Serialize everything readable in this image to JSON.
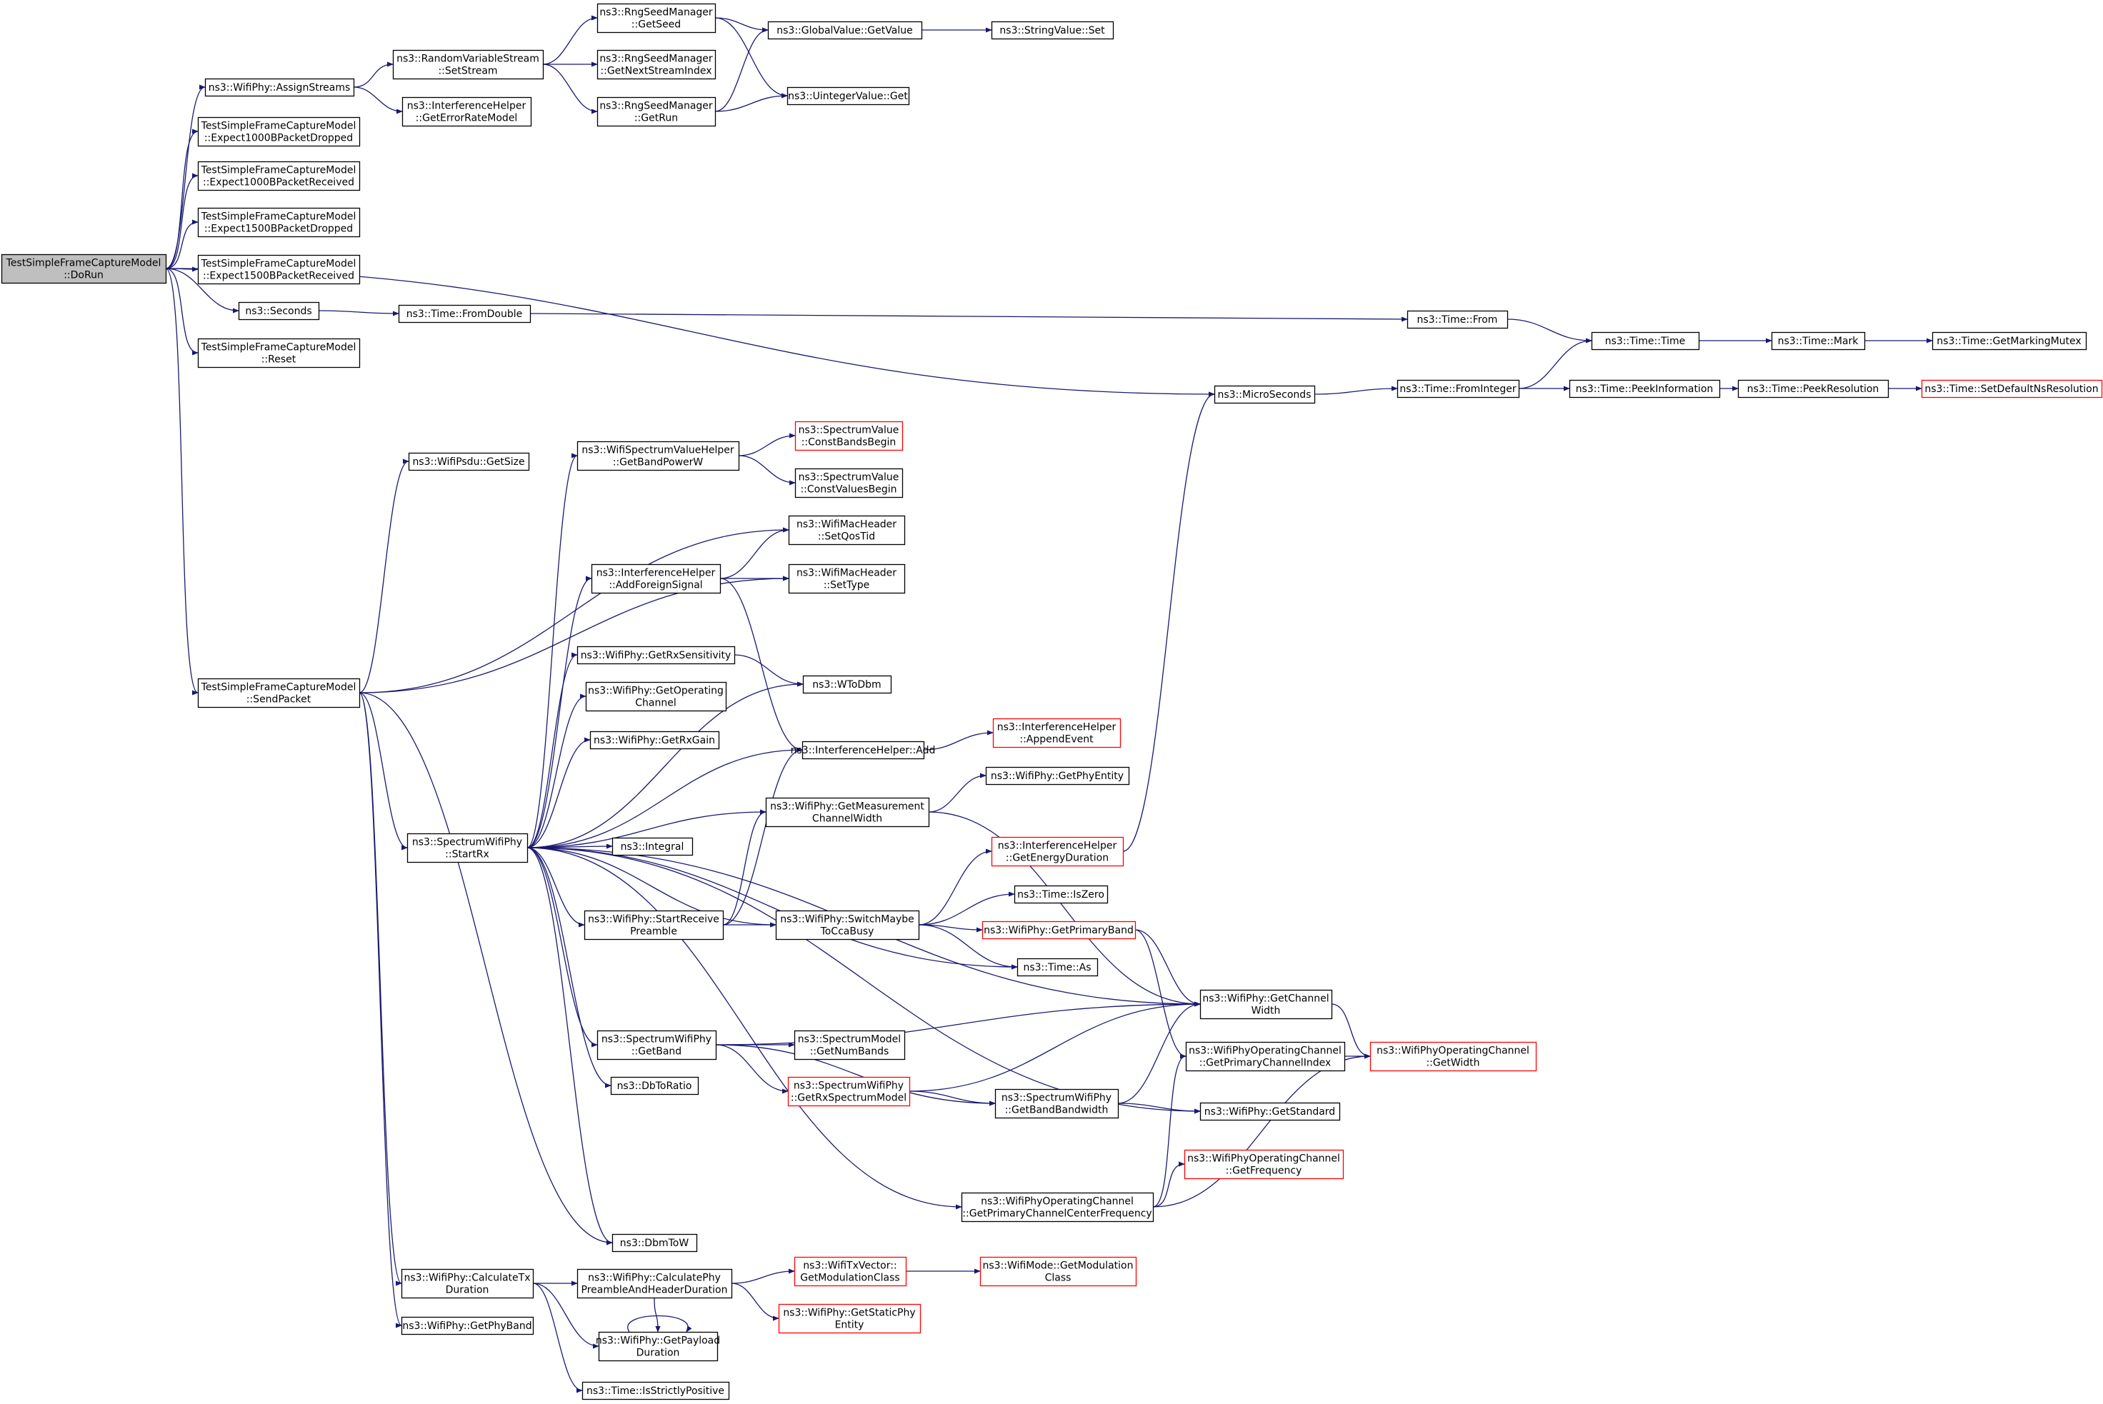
{
  "colors": {
    "node_border_black": "#000000",
    "node_border_red": "#ff0000",
    "node_fill": "#ffffff",
    "root_fill": "#bfbfbf",
    "edge": "#191970"
  },
  "nodes": [
    {
      "id": "dorun",
      "lines": [
        "TestSimpleFrameCaptureModel",
        "::DoRun"
      ],
      "root": true
    },
    {
      "id": "assign",
      "lines": [
        "ns3::WifiPhy::AssignStreams"
      ]
    },
    {
      "id": "exp1000d",
      "lines": [
        "TestSimpleFrameCaptureModel",
        "::Expect1000BPacketDropped"
      ]
    },
    {
      "id": "exp1000r",
      "lines": [
        "TestSimpleFrameCaptureModel",
        "::Expect1000BPacketReceived"
      ]
    },
    {
      "id": "exp1500d",
      "lines": [
        "TestSimpleFrameCaptureModel",
        "::Expect1500BPacketDropped"
      ]
    },
    {
      "id": "exp1500r",
      "lines": [
        "TestSimpleFrameCaptureModel",
        "::Expect1500BPacketReceived"
      ]
    },
    {
      "id": "seconds",
      "lines": [
        "ns3::Seconds"
      ]
    },
    {
      "id": "reset",
      "lines": [
        "TestSimpleFrameCaptureModel",
        "::Reset"
      ]
    },
    {
      "id": "sendpacket",
      "lines": [
        "TestSimpleFrameCaptureModel",
        "::SendPacket"
      ]
    },
    {
      "id": "rvsetstream",
      "lines": [
        "ns3::RandomVariableStream",
        "::SetStream"
      ]
    },
    {
      "id": "ihgeterr",
      "lines": [
        "ns3::InterferenceHelper",
        "::GetErrorRateModel"
      ]
    },
    {
      "id": "getseed",
      "lines": [
        "ns3::RngSeedManager",
        "::GetSeed"
      ]
    },
    {
      "id": "getnext",
      "lines": [
        "ns3::RngSeedManager",
        "::GetNextStreamIndex"
      ]
    },
    {
      "id": "getrun",
      "lines": [
        "ns3::RngSeedManager",
        "::GetRun"
      ]
    },
    {
      "id": "gvget",
      "lines": [
        "ns3::GlobalValue::GetValue"
      ]
    },
    {
      "id": "uintget",
      "lines": [
        "ns3::UintegerValue::Get"
      ]
    },
    {
      "id": "strset",
      "lines": [
        "ns3::StringValue::Set"
      ]
    },
    {
      "id": "fromdouble",
      "lines": [
        "ns3::Time::FromDouble"
      ]
    },
    {
      "id": "timefrom",
      "lines": [
        "ns3::Time::From"
      ]
    },
    {
      "id": "timetime",
      "lines": [
        "ns3::Time::Time"
      ]
    },
    {
      "id": "timemark",
      "lines": [
        "ns3::Time::Mark"
      ]
    },
    {
      "id": "getmarking",
      "lines": [
        "ns3::Time::GetMarkingMutex"
      ]
    },
    {
      "id": "micro",
      "lines": [
        "ns3::MicroSeconds"
      ]
    },
    {
      "id": "frominteger",
      "lines": [
        "ns3::Time::FromInteger"
      ]
    },
    {
      "id": "peekinfo",
      "lines": [
        "ns3::Time::PeekInformation"
      ]
    },
    {
      "id": "peekres",
      "lines": [
        "ns3::Time::PeekResolution"
      ]
    },
    {
      "id": "setdefns",
      "lines": [
        "ns3::Time::SetDefaultNsResolution"
      ],
      "red": true
    },
    {
      "id": "psdusize",
      "lines": [
        "ns3::WifiPsdu::GetSize"
      ]
    },
    {
      "id": "getbandpower",
      "lines": [
        "ns3::WifiSpectrumValueHelper",
        "::GetBandPowerW"
      ]
    },
    {
      "id": "constbands",
      "lines": [
        "ns3::SpectrumValue",
        "::ConstBandsBegin"
      ],
      "red": true
    },
    {
      "id": "constvalues",
      "lines": [
        "ns3::SpectrumValue",
        "::ConstValuesBegin"
      ]
    },
    {
      "id": "setqostid",
      "lines": [
        "ns3::WifiMacHeader",
        "::SetQosTid"
      ]
    },
    {
      "id": "addforeign",
      "lines": [
        "ns3::InterferenceHelper",
        "::AddForeignSignal"
      ]
    },
    {
      "id": "settype",
      "lines": [
        "ns3::WifiMacHeader",
        "::SetType"
      ]
    },
    {
      "id": "getrxsens",
      "lines": [
        "ns3::WifiPhy::GetRxSensitivity"
      ]
    },
    {
      "id": "wtodbm",
      "lines": [
        "ns3::WToDbm"
      ]
    },
    {
      "id": "getopch",
      "lines": [
        "ns3::WifiPhy::GetOperating",
        "Channel"
      ]
    },
    {
      "id": "appendevent",
      "lines": [
        "ns3::InterferenceHelper",
        "::AppendEvent"
      ],
      "red": true
    },
    {
      "id": "getrxgain",
      "lines": [
        "ns3::WifiPhy::GetRxGain"
      ]
    },
    {
      "id": "ihadd",
      "lines": [
        "ns3::InterferenceHelper::Add"
      ]
    },
    {
      "id": "getphyentity",
      "lines": [
        "ns3::WifiPhy::GetPhyEntity"
      ]
    },
    {
      "id": "getmeas",
      "lines": [
        "ns3::WifiPhy::GetMeasurement",
        "ChannelWidth"
      ]
    },
    {
      "id": "startrx",
      "lines": [
        "ns3::SpectrumWifiPhy",
        "::StartRx"
      ]
    },
    {
      "id": "integral",
      "lines": [
        "ns3::Integral"
      ]
    },
    {
      "id": "getenergy",
      "lines": [
        "ns3::InterferenceHelper",
        "::GetEnergyDuration"
      ],
      "red": true
    },
    {
      "id": "iszero",
      "lines": [
        "ns3::Time::IsZero"
      ]
    },
    {
      "id": "startrecv",
      "lines": [
        "ns3::WifiPhy::StartReceive",
        "Preamble"
      ]
    },
    {
      "id": "switchmaybe",
      "lines": [
        "ns3::WifiPhy::SwitchMaybe",
        "ToCcaBusy"
      ]
    },
    {
      "id": "getprimaryband",
      "lines": [
        "ns3::WifiPhy::GetPrimaryBand"
      ],
      "red": true
    },
    {
      "id": "timeas",
      "lines": [
        "ns3::Time::As"
      ]
    },
    {
      "id": "getchwidth",
      "lines": [
        "ns3::WifiPhy::GetChannel",
        "Width"
      ]
    },
    {
      "id": "swgetband",
      "lines": [
        "ns3::SpectrumWifiPhy",
        "::GetBand"
      ]
    },
    {
      "id": "smgetnum",
      "lines": [
        "ns3::SpectrumModel",
        "::GetNumBands"
      ]
    },
    {
      "id": "getprimidx",
      "lines": [
        "ns3::WifiPhyOperatingChannel",
        "::GetPrimaryChannelIndex"
      ]
    },
    {
      "id": "opchgetwidth",
      "lines": [
        "ns3::WifiPhyOperatingChannel",
        "::GetWidth"
      ],
      "red": true
    },
    {
      "id": "dbtoratio",
      "lines": [
        "ns3::DbToRatio"
      ]
    },
    {
      "id": "getrxspec",
      "lines": [
        "ns3::SpectrumWifiPhy",
        "::GetRxSpectrumModel"
      ],
      "red": true
    },
    {
      "id": "getbandbw",
      "lines": [
        "ns3::SpectrumWifiPhy",
        "::GetBandBandwidth"
      ]
    },
    {
      "id": "getstandard",
      "lines": [
        "ns3::WifiPhy::GetStandard"
      ]
    },
    {
      "id": "getfreq",
      "lines": [
        "ns3::WifiPhyOperatingChannel",
        "::GetFrequency"
      ],
      "red": true
    },
    {
      "id": "getprimcenter",
      "lines": [
        "ns3::WifiPhyOperatingChannel",
        "::GetPrimaryChannelCenterFrequency"
      ]
    },
    {
      "id": "dbmtow",
      "lines": [
        "ns3::DbmToW"
      ]
    },
    {
      "id": "calctx",
      "lines": [
        "ns3::WifiPhy::CalculateTx",
        "Duration"
      ]
    },
    {
      "id": "calcphy",
      "lines": [
        "ns3::WifiPhy::CalculatePhy",
        "PreambleAndHeaderDuration"
      ]
    },
    {
      "id": "txvecmod",
      "lines": [
        "ns3::WifiTxVector::",
        "GetModulationClass"
      ],
      "red": true
    },
    {
      "id": "modegetmod",
      "lines": [
        "ns3::WifiMode::GetModulation",
        "Class"
      ],
      "red": true
    },
    {
      "id": "getstaticphy",
      "lines": [
        "ns3::WifiPhy::GetStaticPhy",
        "Entity"
      ],
      "red": true
    },
    {
      "id": "getphyband",
      "lines": [
        "ns3::WifiPhy::GetPhyBand"
      ]
    },
    {
      "id": "getpayload",
      "lines": [
        "ns3::WifiPhy::GetPayload",
        "Duration"
      ]
    },
    {
      "id": "strictlypos",
      "lines": [
        "ns3::Time::IsStrictlyPositive"
      ]
    }
  ],
  "edges": [
    [
      "dorun",
      "assign"
    ],
    [
      "dorun",
      "exp1000d"
    ],
    [
      "dorun",
      "exp1000r"
    ],
    [
      "dorun",
      "exp1500d"
    ],
    [
      "dorun",
      "exp1500r"
    ],
    [
      "dorun",
      "seconds"
    ],
    [
      "dorun",
      "reset"
    ],
    [
      "dorun",
      "micro"
    ],
    [
      "dorun",
      "sendpacket"
    ],
    [
      "assign",
      "rvsetstream"
    ],
    [
      "assign",
      "ihgeterr"
    ],
    [
      "rvsetstream",
      "getseed"
    ],
    [
      "rvsetstream",
      "getnext"
    ],
    [
      "rvsetstream",
      "getrun"
    ],
    [
      "getseed",
      "gvget"
    ],
    [
      "getseed",
      "uintget"
    ],
    [
      "getrun",
      "gvget"
    ],
    [
      "getrun",
      "uintget"
    ],
    [
      "gvget",
      "strset"
    ],
    [
      "seconds",
      "fromdouble"
    ],
    [
      "fromdouble",
      "timefrom"
    ],
    [
      "timefrom",
      "timetime"
    ],
    [
      "timetime",
      "timemark"
    ],
    [
      "timemark",
      "getmarking"
    ],
    [
      "micro",
      "frominteger"
    ],
    [
      "frominteger",
      "timetime"
    ],
    [
      "frominteger",
      "peekinfo"
    ],
    [
      "peekinfo",
      "peekres"
    ],
    [
      "peekres",
      "setdefns"
    ],
    [
      "sendpacket",
      "psdusize"
    ],
    [
      "sendpacket",
      "setqostid"
    ],
    [
      "sendpacket",
      "settype"
    ],
    [
      "sendpacket",
      "startrx"
    ],
    [
      "sendpacket",
      "dbmtow"
    ],
    [
      "sendpacket",
      "calctx"
    ],
    [
      "sendpacket",
      "getphyband"
    ],
    [
      "getbandpower",
      "constbands"
    ],
    [
      "getbandpower",
      "constvalues"
    ],
    [
      "addforeign",
      "setqostid"
    ],
    [
      "addforeign",
      "settype"
    ],
    [
      "addforeign",
      "ihadd"
    ],
    [
      "getrxsens",
      "wtodbm"
    ],
    [
      "ihadd",
      "appendevent"
    ],
    [
      "getmeas",
      "getphyentity"
    ],
    [
      "getmeas",
      "getchwidth"
    ],
    [
      "startrx",
      "getbandpower"
    ],
    [
      "startrx",
      "addforeign"
    ],
    [
      "startrx",
      "getchwidth"
    ],
    [
      "startrx",
      "getrxsens"
    ],
    [
      "startrx",
      "getopch"
    ],
    [
      "startrx",
      "getrxgain"
    ],
    [
      "startrx",
      "wtodbm"
    ],
    [
      "startrx",
      "ihadd"
    ],
    [
      "startrx",
      "getmeas"
    ],
    [
      "startrx",
      "integral"
    ],
    [
      "startrx",
      "startrecv"
    ],
    [
      "startrx",
      "switchmaybe"
    ],
    [
      "startrx",
      "timeas"
    ],
    [
      "startrx",
      "swgetband"
    ],
    [
      "startrx",
      "dbtoratio"
    ],
    [
      "startrx",
      "getstandard"
    ],
    [
      "startrx",
      "getprimcenter"
    ],
    [
      "startrx",
      "dbmtow"
    ],
    [
      "getenergy",
      "micro"
    ],
    [
      "startrecv",
      "ihadd"
    ],
    [
      "startrecv",
      "getmeas"
    ],
    [
      "startrecv",
      "switchmaybe"
    ],
    [
      "switchmaybe",
      "getenergy"
    ],
    [
      "switchmaybe",
      "iszero"
    ],
    [
      "switchmaybe",
      "getprimaryband"
    ],
    [
      "switchmaybe",
      "timeas"
    ],
    [
      "getprimaryband",
      "getchwidth"
    ],
    [
      "getprimaryband",
      "getprimidx"
    ],
    [
      "getchwidth",
      "opchgetwidth"
    ],
    [
      "getprimidx",
      "opchgetwidth"
    ],
    [
      "swgetband",
      "getchwidth"
    ],
    [
      "swgetband",
      "smgetnum"
    ],
    [
      "swgetband",
      "getrxspec"
    ],
    [
      "swgetband",
      "getbandbw"
    ],
    [
      "getrxspec",
      "getchwidth"
    ],
    [
      "getrxspec",
      "getbandbw"
    ],
    [
      "getbandbw",
      "getchwidth"
    ],
    [
      "getbandbw",
      "getstandard"
    ],
    [
      "getprimcenter",
      "getfreq"
    ],
    [
      "getprimcenter",
      "getprimidx"
    ],
    [
      "getprimcenter",
      "opchgetwidth"
    ],
    [
      "calctx",
      "calcphy"
    ],
    [
      "calctx",
      "getpayload"
    ],
    [
      "calctx",
      "strictlypos"
    ],
    [
      "calcphy",
      "txvecmod"
    ],
    [
      "calcphy",
      "getstaticphy"
    ],
    [
      "calcphy",
      "getpayload"
    ],
    [
      "txvecmod",
      "modegetmod"
    ],
    [
      "getpayload",
      "getpayload"
    ]
  ]
}
